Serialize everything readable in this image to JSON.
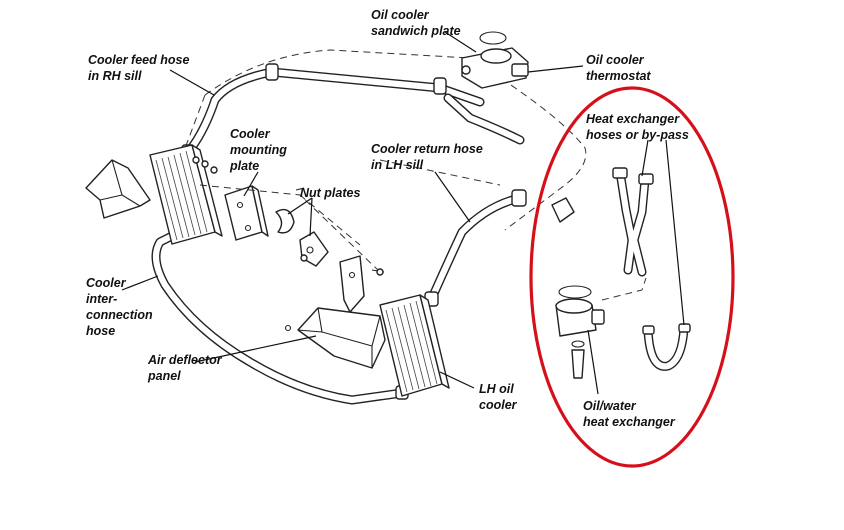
{
  "labels": {
    "oil_cooler_sandwich_plate": [
      "Oil cooler",
      "sandwich plate"
    ],
    "oil_cooler_thermostat": [
      "Oil cooler",
      "thermostat"
    ],
    "cooler_feed_hose": [
      "Cooler feed hose",
      "in RH sill"
    ],
    "heat_exchanger_hoses": [
      "Heat exchanger",
      "hoses or by-pass"
    ],
    "cooler_mounting_plate": [
      "Cooler",
      "mounting",
      "plate"
    ],
    "cooler_return_hose": [
      "Cooler return hose",
      "in LH sill"
    ],
    "nut_plates": [
      "Nut plates"
    ],
    "cooler_interconnection_hose": [
      "Cooler",
      "inter-",
      "connection",
      "hose"
    ],
    "air_deflector_panel": [
      "Air deflector",
      "panel"
    ],
    "lh_oil_cooler": [
      "LH oil",
      "cooler"
    ],
    "oil_water_heat_exchanger": [
      "Oil/water",
      "heat exchanger"
    ]
  },
  "colors": {
    "highlight_ellipse": "#d6101a",
    "line": "#222222",
    "text": "#111111"
  }
}
